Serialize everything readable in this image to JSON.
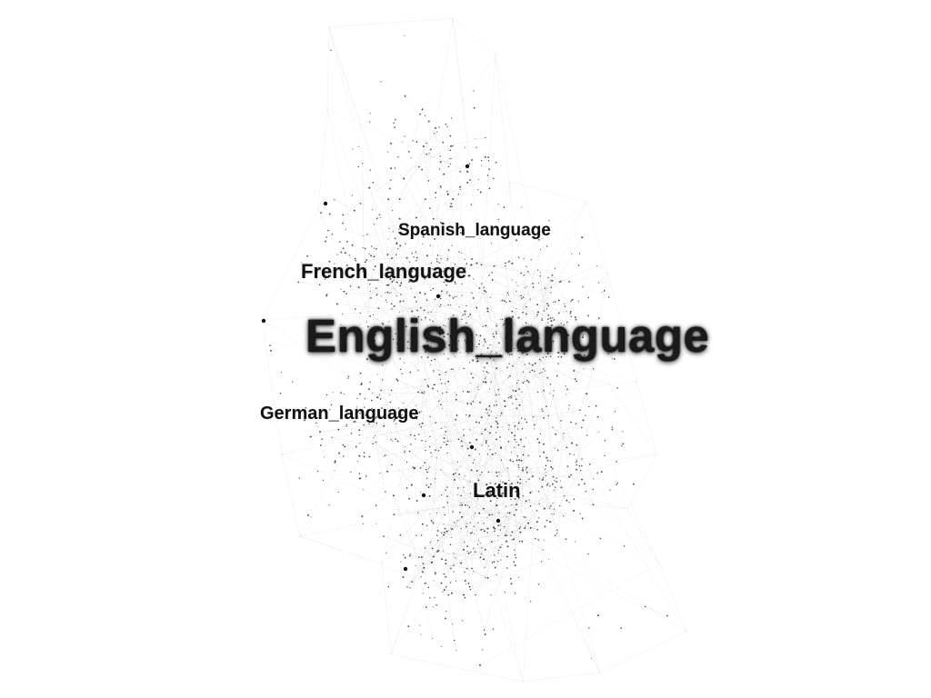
{
  "graph": {
    "edge_color": "#555555",
    "node_color": "#111111",
    "labels": {
      "english": "English_language",
      "french": "French_language",
      "spanish": "Spanish_language",
      "german": "German_language",
      "latin": "Latin"
    }
  }
}
